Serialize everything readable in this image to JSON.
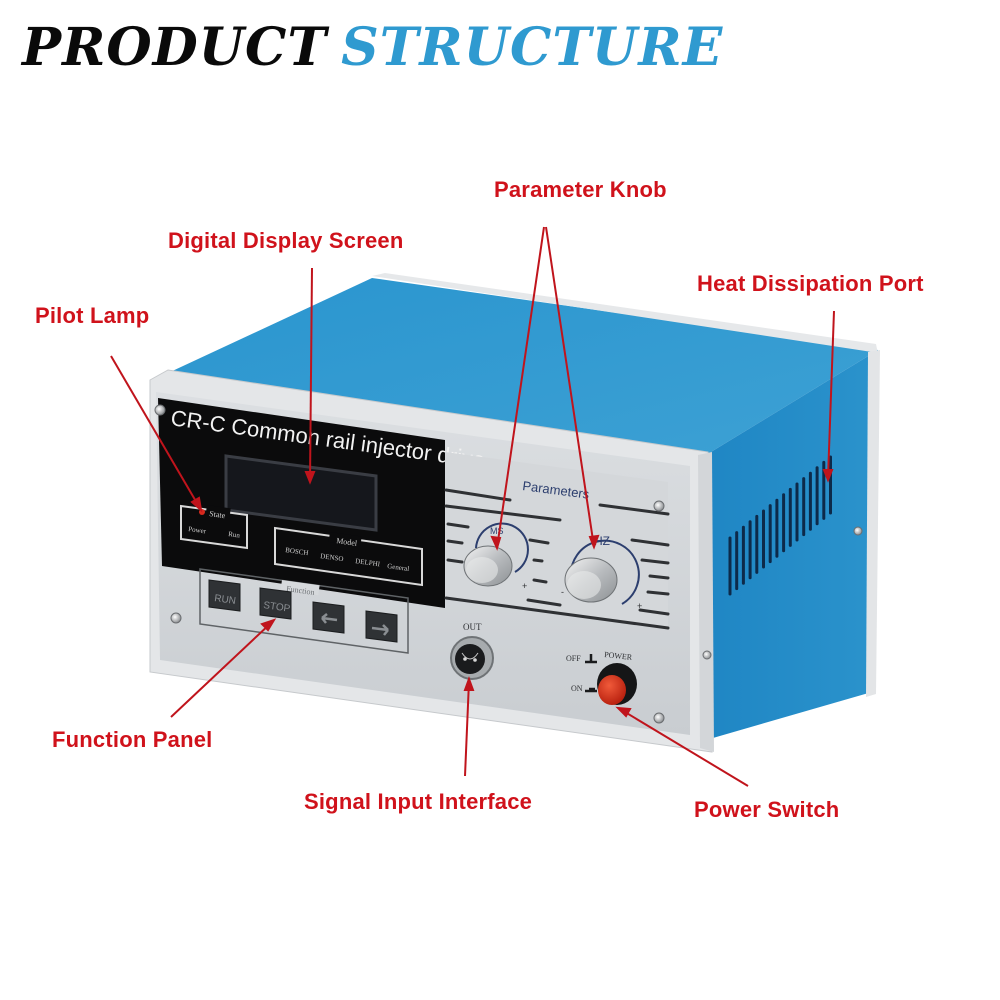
{
  "header": {
    "title_word1": "PRODUCT",
    "title_word2": "STRUCTURE",
    "accent_color": "#2f9ad0"
  },
  "device": {
    "model_title": "CR-C Common rail injector drive",
    "body_color": "#2f95cc",
    "state_group": {
      "label": "State",
      "indicators": [
        "Power",
        "Run"
      ]
    },
    "model_group": {
      "label": "Model",
      "options": [
        "BOSCH",
        "DENSO",
        "DELPHI",
        "General"
      ]
    },
    "function_group": {
      "label": "Function",
      "buttons": [
        {
          "label": "RUN",
          "icon": ""
        },
        {
          "label": "STOP",
          "icon": ""
        },
        {
          "label": "",
          "icon": "arrow-left-icon"
        },
        {
          "label": "",
          "icon": "arrow-right-icon"
        }
      ]
    },
    "parameters": {
      "label": "Parameters",
      "knobs": [
        {
          "label": "MS",
          "minus": "-",
          "plus": "+"
        },
        {
          "label": "HZ",
          "minus": "-",
          "plus": "+"
        }
      ]
    },
    "output_port": {
      "label": "OUT"
    },
    "power_switch": {
      "label": "POWER",
      "off_label": "OFF",
      "on_label": "ON",
      "button_color": "#d42a16"
    }
  },
  "callouts": {
    "color": "#d0121b",
    "parameter_knob": "Parameter Knob",
    "digital_display": "Digital Display Screen",
    "heat_dissipation": "Heat Dissipation Port",
    "pilot_lamp": "Pilot Lamp",
    "function_panel": "Function Panel",
    "signal_input": "Signal Input Interface",
    "power_switch": "Power Switch"
  }
}
